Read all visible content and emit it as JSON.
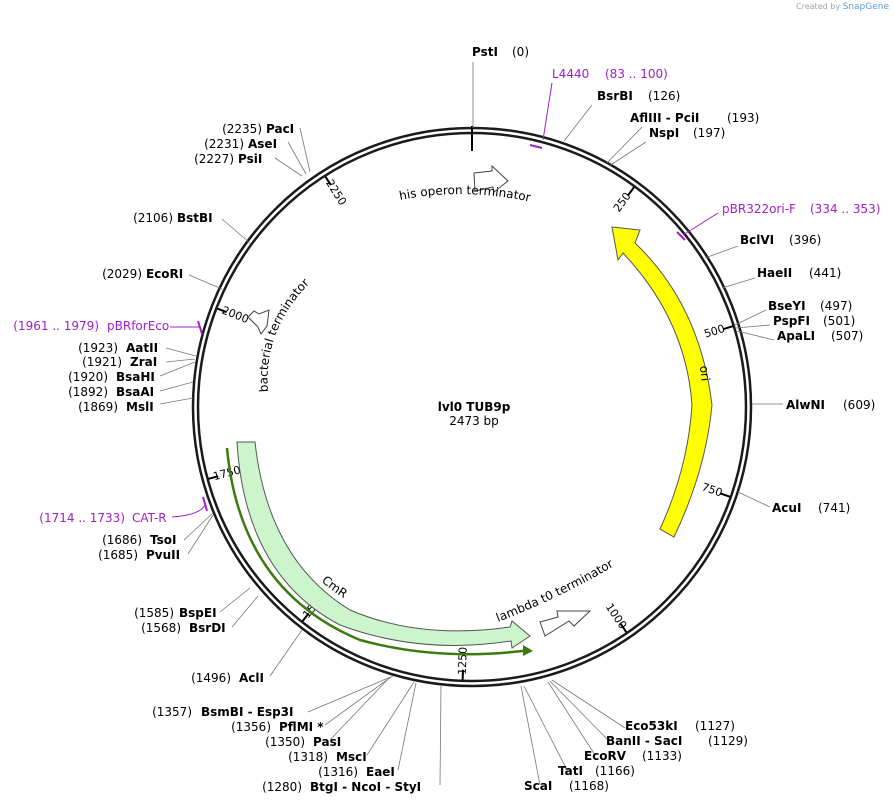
{
  "credit": {
    "created_by": "Created by",
    "brand": "SnapGene"
  },
  "plasmid": {
    "name": "lvl0 TUB9p",
    "length_label": "2473 bp",
    "length": 2473
  },
  "ring_ticks": [
    {
      "bp": 250,
      "label": "250"
    },
    {
      "bp": 500,
      "label": "500"
    },
    {
      "bp": 750,
      "label": "750"
    },
    {
      "bp": 1000,
      "label": "1000"
    },
    {
      "bp": 1250,
      "label": "1250"
    },
    {
      "bp": 1500,
      "label": "1500"
    },
    {
      "bp": 1750,
      "label": "1750"
    },
    {
      "bp": 2000,
      "label": "2000"
    },
    {
      "bp": 2250,
      "label": "2250"
    }
  ],
  "enzymes": {
    "top": [
      {
        "name": "PstI",
        "pos": "(0)"
      }
    ],
    "right": [
      {
        "name": "BsrBI",
        "pos": "(126)"
      },
      {
        "name": "AflIII - PciI",
        "pos": "(193)"
      },
      {
        "name": "NspI",
        "pos": "(197)"
      },
      {
        "name": "BclVI",
        "pos": "(396)"
      },
      {
        "name": "HaeII",
        "pos": "(441)"
      },
      {
        "name": "BseYI",
        "pos": "(497)"
      },
      {
        "name": "PspFI",
        "pos": "(501)"
      },
      {
        "name": "ApaLI",
        "pos": "(507)"
      },
      {
        "name": "AlwNI",
        "pos": "(609)"
      },
      {
        "name": "AcuI",
        "pos": "(741)"
      },
      {
        "name": "Eco53kI",
        "pos": "(1127)"
      },
      {
        "name": "BanII - SacI",
        "pos": "(1129)"
      },
      {
        "name": "EcoRV",
        "pos": "(1133)"
      },
      {
        "name": "TatI",
        "pos": "(1166)"
      },
      {
        "name": "ScaI",
        "pos": "(1168)"
      }
    ],
    "left": [
      {
        "name": "PacI",
        "pos": "(2235)"
      },
      {
        "name": "AseI",
        "pos": "(2231)"
      },
      {
        "name": "PsiI",
        "pos": "(2227)"
      },
      {
        "name": "BstBI",
        "pos": "(2106)"
      },
      {
        "name": "EcoRI",
        "pos": "(2029)"
      },
      {
        "name": "AatII",
        "pos": "(1923)"
      },
      {
        "name": "ZraI",
        "pos": "(1921)"
      },
      {
        "name": "BsaHI",
        "pos": "(1920)"
      },
      {
        "name": "BsaAI",
        "pos": "(1892)"
      },
      {
        "name": "MslI",
        "pos": "(1869)"
      },
      {
        "name": "TsoI",
        "pos": "(1686)"
      },
      {
        "name": "PvuII",
        "pos": "(1685)"
      },
      {
        "name": "BspEI",
        "pos": "(1585)"
      },
      {
        "name": "BsrDI",
        "pos": "(1568)"
      },
      {
        "name": "AclI",
        "pos": "(1496)"
      },
      {
        "name": "BsmBI - Esp3I",
        "pos": "(1357)"
      },
      {
        "name": "PflMI *",
        "pos": "(1356)"
      },
      {
        "name": "PasI",
        "pos": "(1350)"
      },
      {
        "name": "MscI",
        "pos": "(1318)"
      },
      {
        "name": "EaeI",
        "pos": "(1316)"
      },
      {
        "name": "BtgI - NcoI - StyI",
        "pos": "(1280)"
      }
    ]
  },
  "primers": [
    {
      "name": "L4440",
      "range": "(83 .. 100)"
    },
    {
      "name": "pBR322ori-F",
      "range": "(334 .. 353)"
    },
    {
      "name": "pBRforEco",
      "range": "(1961 .. 1979)"
    },
    {
      "name": "CAT-R",
      "range": "(1714 .. 1733)"
    }
  ],
  "features": {
    "ori": "ori",
    "cmr": "CmR",
    "his_terminator": "his operon terminator",
    "lambda_terminator": "lambda t0 terminator",
    "bacterial_terminator": "bacterial terminator"
  },
  "colors": {
    "ori_fill": "#ffff00",
    "cmr_fill": "#ccf5cc",
    "cmr_orf": "#3d7a10",
    "primer": "#a020c8",
    "backbone": "#1a1a1a"
  }
}
